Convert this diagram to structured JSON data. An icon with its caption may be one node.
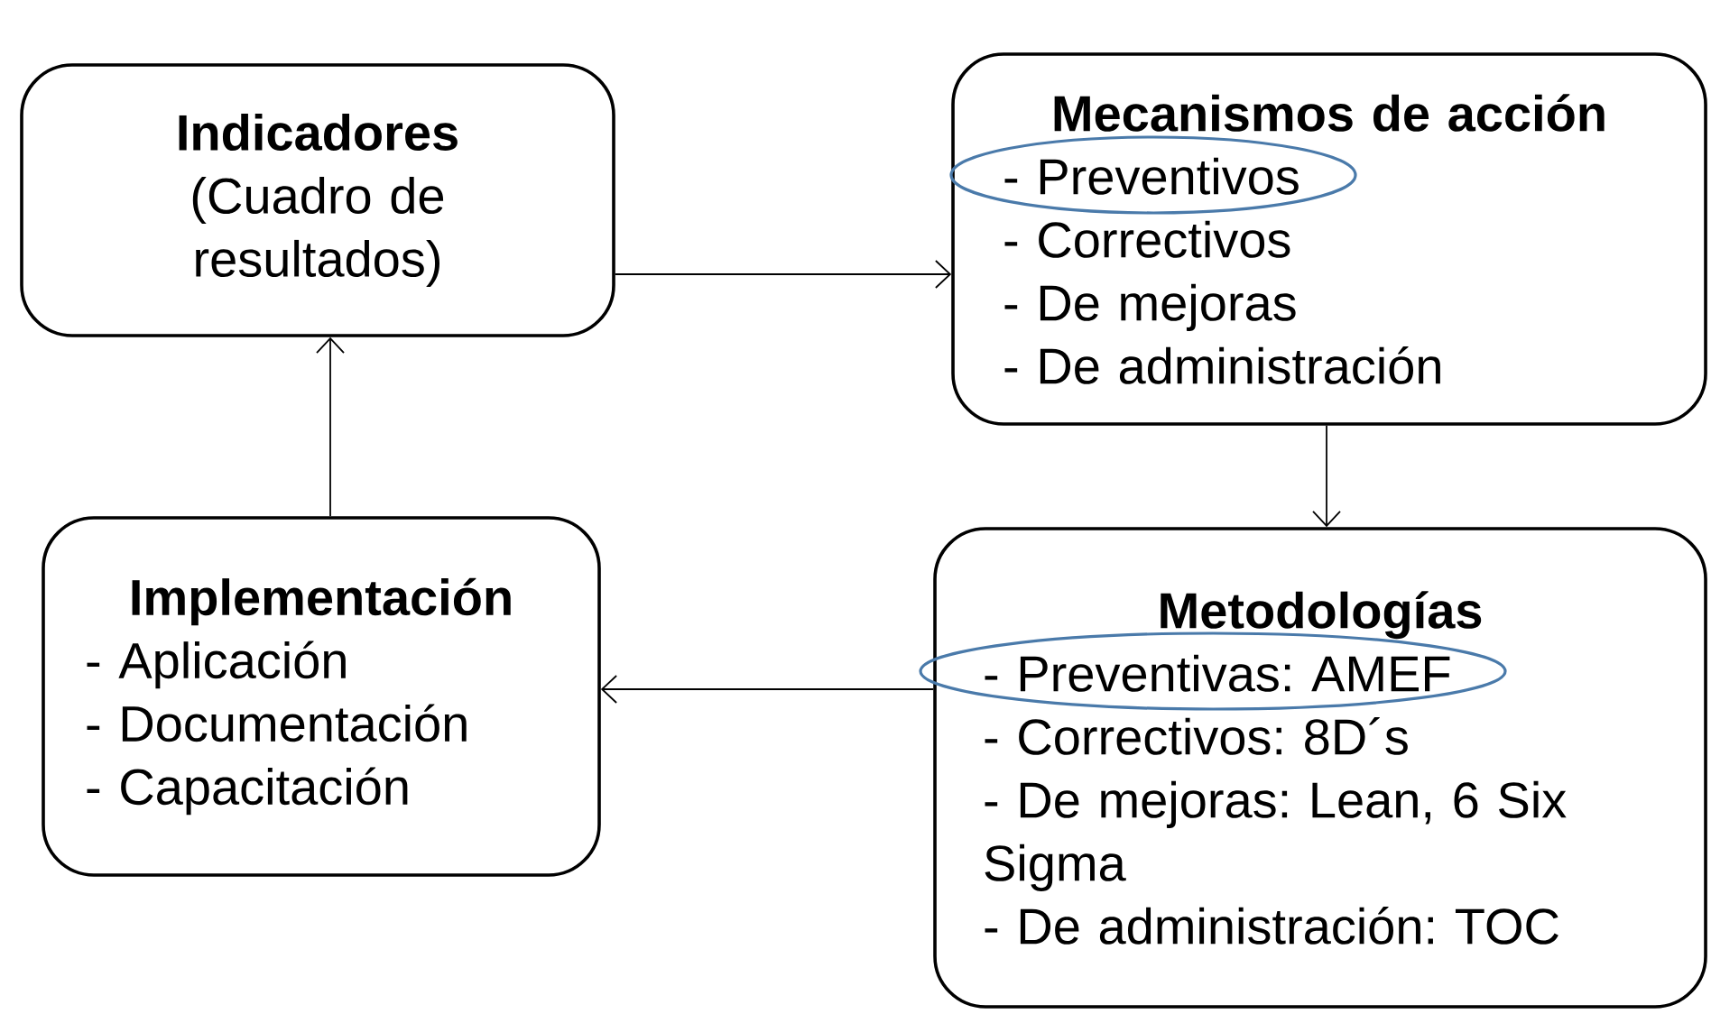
{
  "diagram": {
    "nodes": [
      {
        "text": [
          "Indicadores",
          "(Cuadro de resultados)"
        ]
      },
      {
        "text": [
          "Mecanismos de acción",
          "- Preventivos",
          "- Correctivos",
          "- De mejoras",
          "- De administración"
        ]
      },
      {
        "text": [
          "Metodologías",
          "- Preventivas: AMEF",
          "- Correctivos: 8D´s",
          "- De mejoras: Lean, 6 Six Sigma",
          "- De administración: TOC"
        ]
      },
      {
        "text": [
          "Implementación",
          "- Aplicación",
          "- Documentación",
          "- Capacitación"
        ]
      }
    ],
    "edges": [
      {
        "from": 0,
        "to": 1,
        "arrow": "to"
      },
      {
        "from": 1,
        "to": 2,
        "arrow": "to"
      },
      {
        "from": 2,
        "to": 3,
        "arrow": "to"
      },
      {
        "from": 3,
        "to": 0,
        "arrow": "to"
      }
    ]
  }
}
